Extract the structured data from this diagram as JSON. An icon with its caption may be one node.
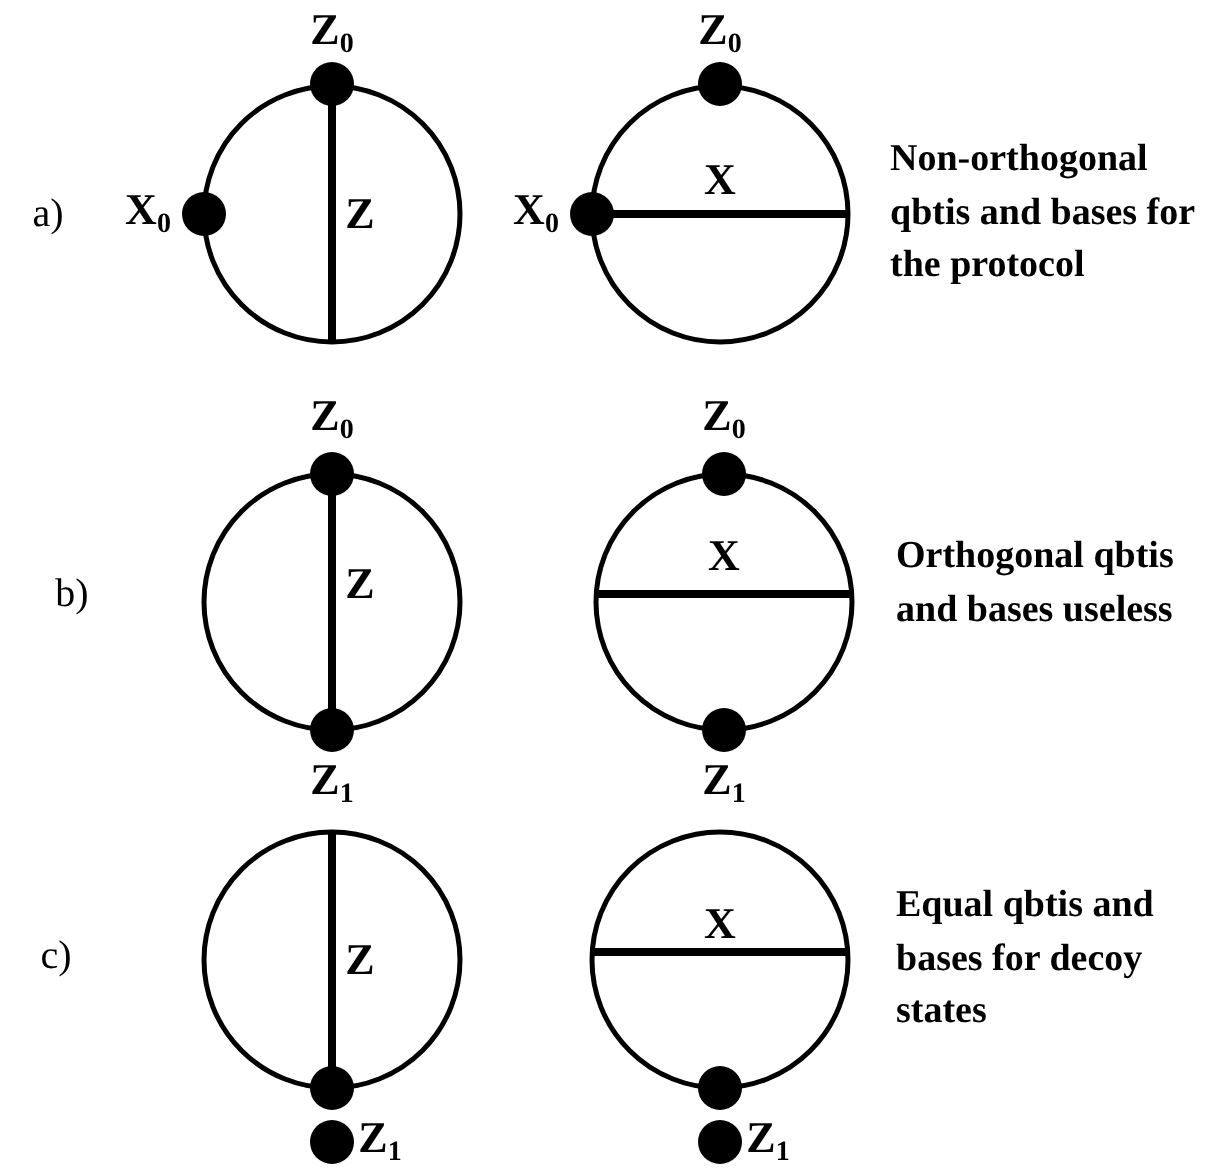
{
  "diagram": {
    "labels": [
      "Z$_{0}$",
      "Z$_{0}$",
      "a)",
      "X$_{0}$",
      "Z",
      "X$_{0}$",
      "X",
      "Non-orthogonal qbtis and bases for the protocol",
      "Z$_{0}$",
      "Z$_{0}$",
      "b)",
      "Z",
      "X",
      "Orthogonal qbtis and bases useless",
      "Z$_{1}$",
      "Z$_{1}$",
      "c)",
      "Z",
      "X",
      "Equal qbtis and bases for decoy states",
      "Z$_{1}$",
      "Z$_{1}$"
    ]
  }
}
